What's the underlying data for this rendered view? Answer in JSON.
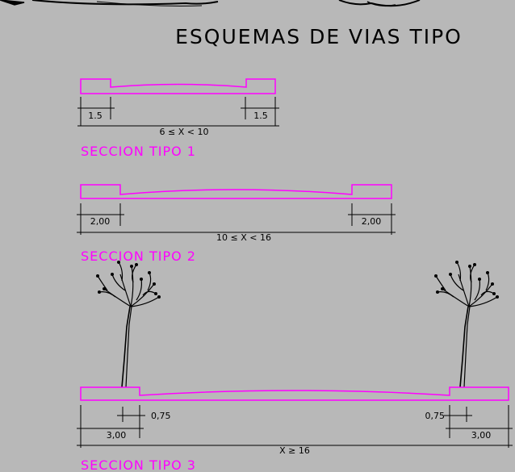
{
  "title": "ESQUEMAS DE VIAS TIPO",
  "colors": {
    "background": "#b8b8b8",
    "road": "#ff00ff",
    "dimension": "#000000"
  },
  "icons": [
    "tree-icon"
  ],
  "sections": [
    {
      "label": "SECCION TIPO 1",
      "sidewalk_left": "1.5",
      "sidewalk_right": "1.5",
      "width_range": "6 ≤ X < 10"
    },
    {
      "label": "SECCION TIPO 2",
      "sidewalk_left": "2,00",
      "sidewalk_right": "2,00",
      "width_range": "10 ≤ X < 16"
    },
    {
      "label": "SECCION TIPO 3",
      "sidewalk_left": "3,00",
      "sidewalk_right": "3,00",
      "tree_offset_left": "0,75",
      "tree_offset_right": "0,75",
      "width_range": "X ≥ 16"
    }
  ]
}
